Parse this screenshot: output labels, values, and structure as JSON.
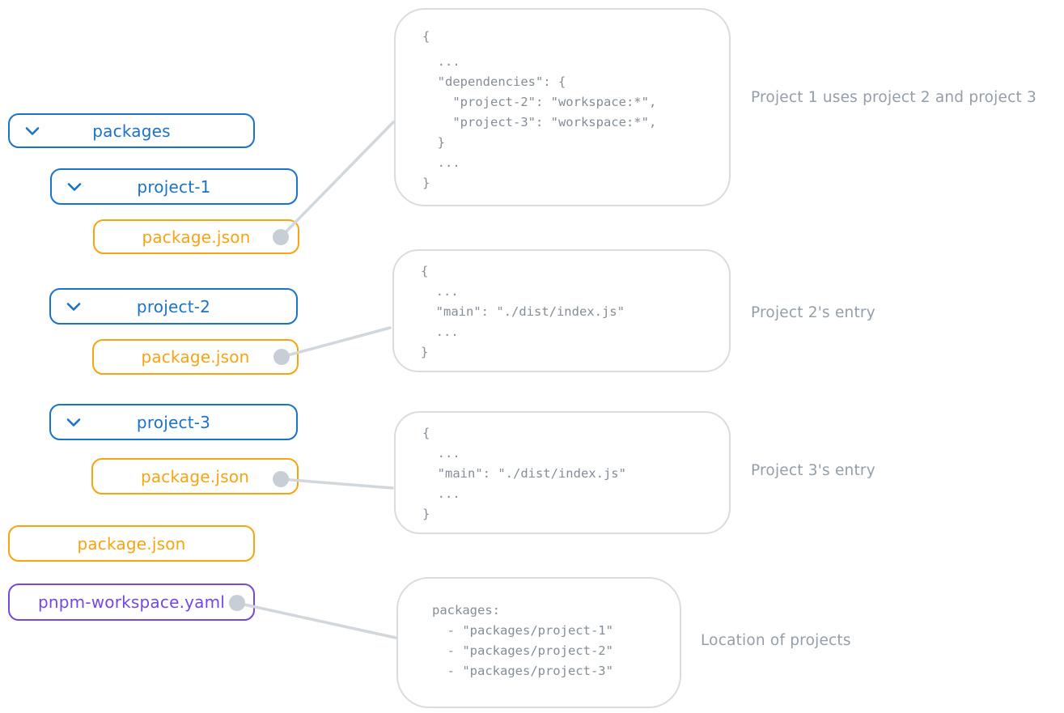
{
  "palette": {
    "folder_blue": "#1a73c9",
    "file_orange": "#f8a312",
    "file_purple": "#7448e0",
    "code_text": "#848d98",
    "annotation_text": "#949ea9",
    "code_box_border": "#d8dce1",
    "connector_line": "#d2d7dc",
    "connector_dot": "#c8ced5"
  },
  "tree": {
    "items": [
      {
        "label": "packages",
        "kind": "folder"
      },
      {
        "label": "project-1",
        "kind": "folder"
      },
      {
        "label": "package.json",
        "kind": "file"
      },
      {
        "label": "project-2",
        "kind": "folder"
      },
      {
        "label": "package.json",
        "kind": "file"
      },
      {
        "label": "project-3",
        "kind": "folder"
      },
      {
        "label": "package.json",
        "kind": "file"
      },
      {
        "label": "package.json",
        "kind": "file"
      },
      {
        "label": "pnpm-workspace.yaml",
        "kind": "file"
      }
    ]
  },
  "code_boxes": [
    {
      "id": "project-1-package-json",
      "lines": [
        "{",
        "  ...",
        "  \"dependencies\": {",
        "    \"project-2\": \"workspace:*\",",
        "    \"project-3\": \"workspace:*\",",
        "  }",
        "  ...",
        "}"
      ]
    },
    {
      "id": "project-2-package-json",
      "lines": [
        "{",
        "  ...",
        "  \"main\": \"./dist/index.js\"",
        "  ...",
        "}"
      ]
    },
    {
      "id": "project-3-package-json",
      "lines": [
        "{",
        "  ...",
        "  \"main\": \"./dist/index.js\"",
        "  ...",
        "}"
      ]
    },
    {
      "id": "pnpm-workspace-yaml",
      "lines": [
        "packages:",
        "  - \"packages/project-1\"",
        "  - \"packages/project-2\"",
        "  - \"packages/project-3\""
      ]
    }
  ],
  "annotations": [
    {
      "text": "Project 1 uses project 2 and project 3"
    },
    {
      "text": "Project 2's entry"
    },
    {
      "text": "Project 3's entry"
    },
    {
      "text": "Location of projects"
    }
  ]
}
